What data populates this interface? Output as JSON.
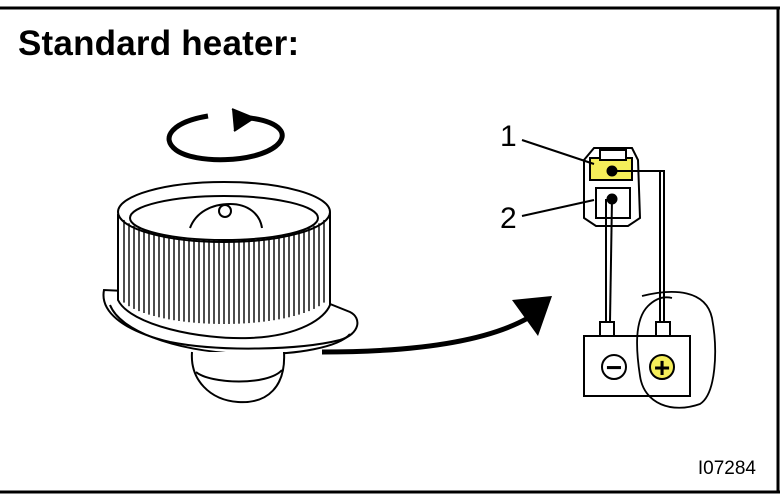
{
  "diagram": {
    "title": "Standard heater:",
    "figure_code": "I07284",
    "connector_labels": [
      "1",
      "2"
    ],
    "battery": {
      "negative_symbol": "−",
      "positive_symbol": "+"
    },
    "colors": {
      "highlight": "#f5ee5a",
      "line": "#000000",
      "background": "#ffffff"
    }
  }
}
